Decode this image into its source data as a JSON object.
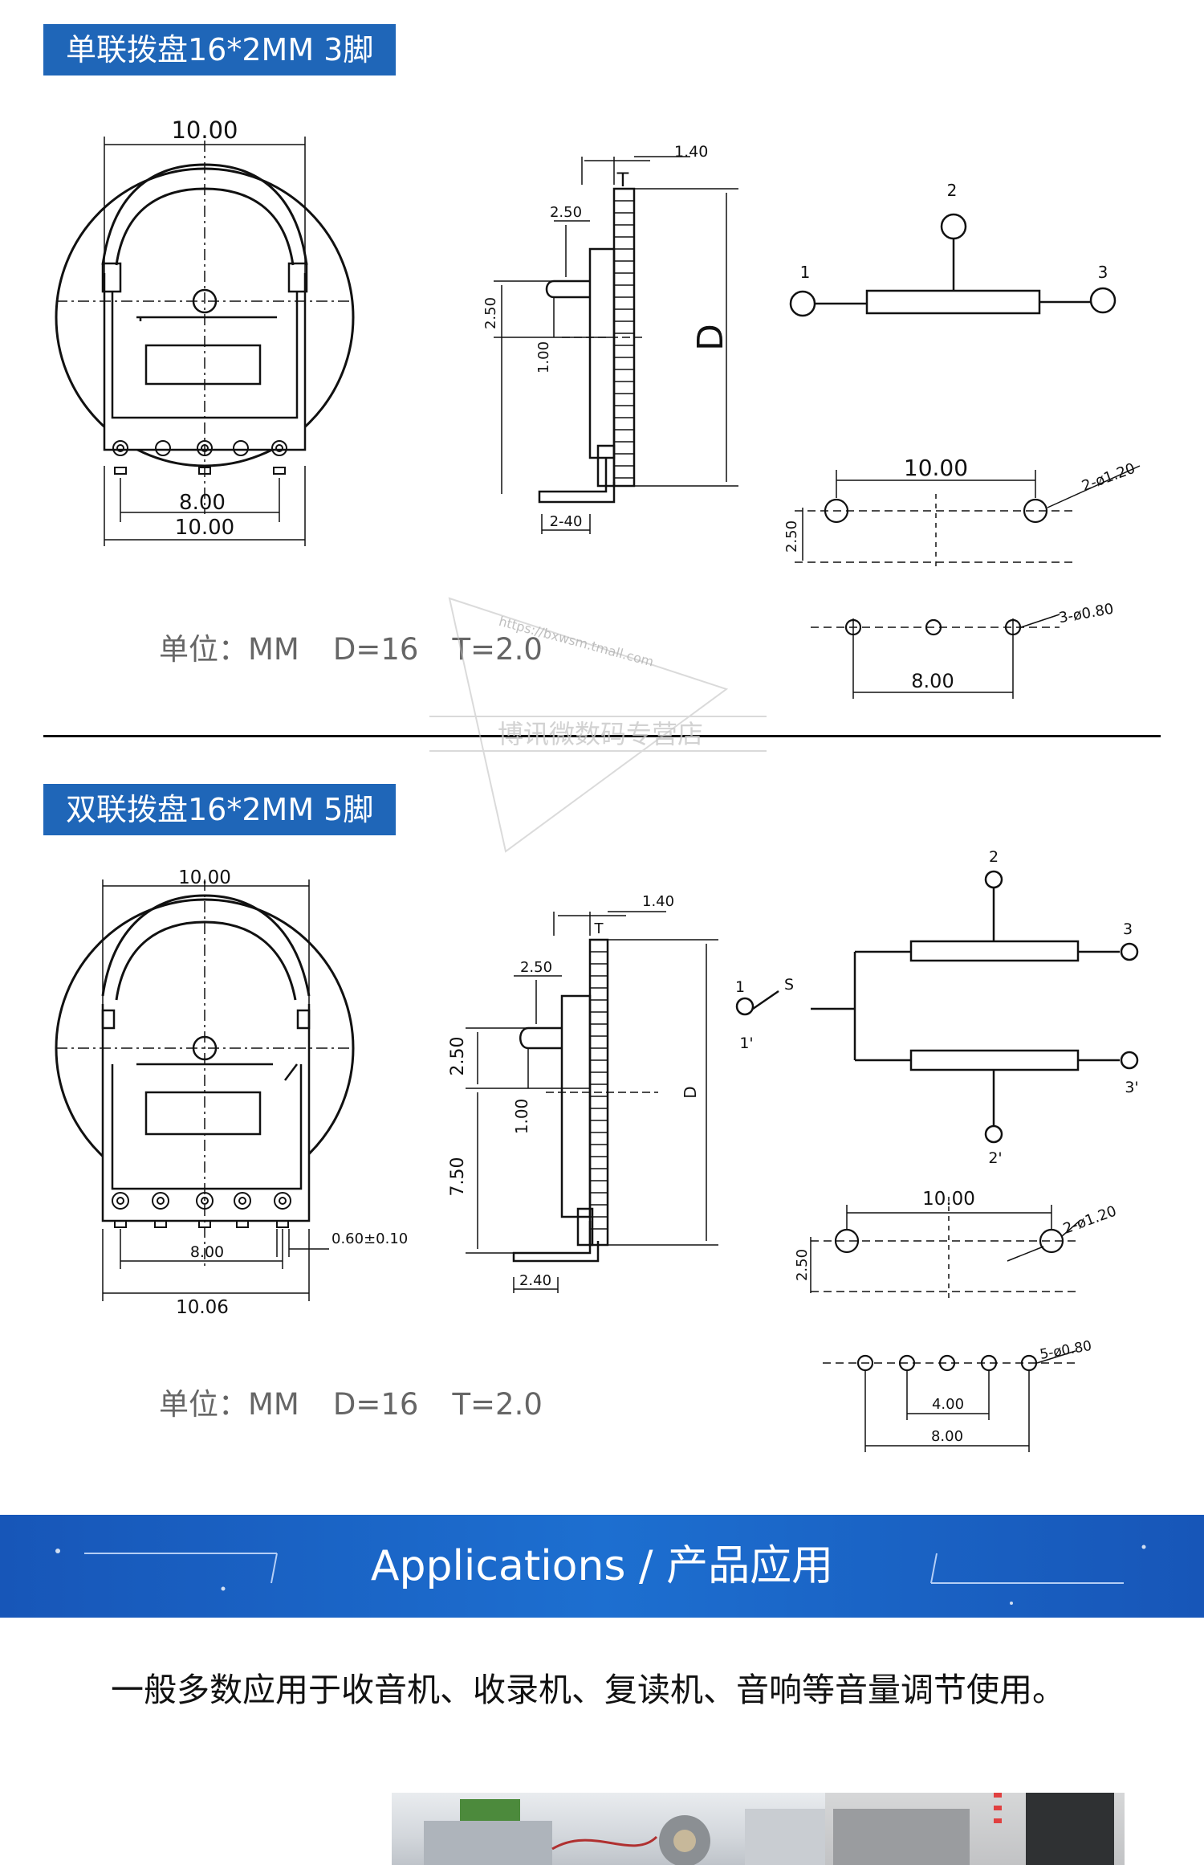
{
  "section1": {
    "header": "单联拨盘16*2MM 3脚",
    "front_dims": {
      "top_width": "10.00",
      "pin_pitch": "8.00",
      "bottom_width": "10.00"
    },
    "side_dims": {
      "thickness": "1.40",
      "t_label": "T",
      "d_label": "D",
      "knob_offset": "2.50",
      "knob_height": "2.50",
      "knob_gap": "1.00",
      "foot": "2-40"
    },
    "schematic": {
      "pin1": "1",
      "pin2": "2",
      "pin3": "3"
    },
    "hole_pattern": {
      "top_width": "10.00",
      "mount_holes": "2-ø1.20",
      "row_gap": "2.50",
      "pin_holes": "3-ø0.80",
      "pin_span": "8.00"
    },
    "units": {
      "unit": "单位：MM",
      "d": "D=16",
      "t": "T=2.0"
    }
  },
  "section2": {
    "header": "双联拨盘16*2MM 5脚",
    "front_dims": {
      "top_width": "10.00",
      "pin_pitch": "8.00",
      "bottom_width": "10.06",
      "tolerance": "0.60±0.10"
    },
    "side_dims": {
      "thickness": "1.40",
      "t_label": "T",
      "d_label": "D",
      "knob_offset": "2.50",
      "knob_height": "2.50",
      "knob_gap": "1.00",
      "body_height": "7.50",
      "foot": "2.40"
    },
    "schematic": {
      "pin1": "1",
      "pin1p": "1'",
      "pin_s": "S",
      "pin2": "2",
      "pin2p": "2'",
      "pin3": "3",
      "pin3p": "3'"
    },
    "hole_pattern": {
      "top_width": "10.00",
      "mount_holes": "2-ø1.20",
      "row_gap": "2.50",
      "pin_holes": "5-ø0.80",
      "pin_pitch": "4.00",
      "pin_span": "8.00"
    },
    "units": {
      "unit": "单位：MM",
      "d": "D=16",
      "t": "T=2.0"
    }
  },
  "watermark": {
    "url": "https://bxwsm.tmall.com",
    "shop": "博讯微数码专营店"
  },
  "applications": {
    "title": "Applications / 产品应用",
    "description": "一般多数应用于收音机、收录机、复读机、音响等音量调节使用。"
  },
  "colors": {
    "header_bg": "#1f66b8",
    "banner_bg": "#1d6fd0",
    "ink": "#111111"
  }
}
